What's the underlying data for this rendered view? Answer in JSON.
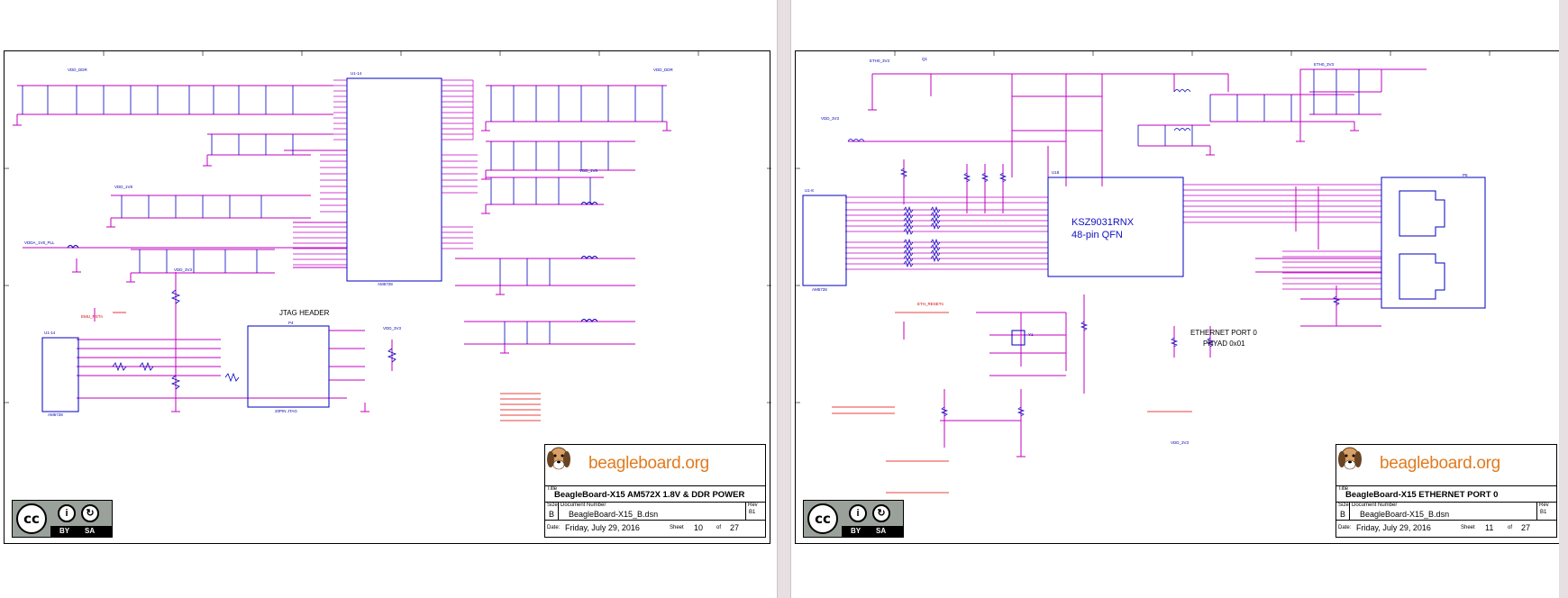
{
  "pages": [
    {
      "title_block": {
        "logo_text": "beagleboard.org",
        "title_label": "Title",
        "title": "BeagleBoard-X15 AM572X 1.8V & DDR POWER",
        "size_label": "Size",
        "size": "B",
        "docnum_label": "Document Number",
        "docnum": "BeagleBoard-X15_B.dsn",
        "rev_label": "Rev",
        "rev": "B1",
        "date_label": "Date:",
        "date": "Friday, July 29, 2016",
        "sheet_label": "Sheet",
        "sheet": "10",
        "of_label": "of",
        "total": "27"
      },
      "labels": {
        "jtag_header": "JTAG HEADER",
        "vdd_ddr": "VDD_DDR",
        "vdd_1v8": "VDD_1V8",
        "vdd_3v3": "VDD_3V3",
        "vdda_1v8_pll": "VDDA_1V8_PLL",
        "u1_name": "U1-14",
        "u1_part": "AM5728",
        "p4_name": "P4",
        "p4_part": "20PIN JTAG",
        "emu_rstn": "EMU_RSTn",
        "u1_jtag": "U1-14",
        "am5728": "AM5728"
      }
    },
    {
      "title_block": {
        "logo_text": "beagleboard.org",
        "title_label": "Title",
        "title": "BeagleBoard-X15 ETHERNET PORT 0",
        "size_label": "Size",
        "size": "B",
        "docnum_label": "Document Number",
        "docnum": "BeagleBoard-X15_B.dsn",
        "rev_label": "Rev",
        "rev": "B1",
        "date_label": "Date:",
        "date": "Friday, July 29, 2016",
        "sheet_label": "Sheet",
        "sheet": "11",
        "of_label": "of",
        "total": "27"
      },
      "labels": {
        "chip_name": "KSZ9031RNX",
        "chip_pkg": "48-pin QFN",
        "eth_port": "ETHERNET PORT 0",
        "phyad": "PHYAD 0x01",
        "eth0_3v3": "ETH0_3V3",
        "vdd_3v3": "VDD_3V3",
        "p5": "P5",
        "u18": "U18",
        "u1": "U1-8",
        "am5728": "AM5728",
        "q1": "Q1",
        "y1": "Y1",
        "eth_rstn": "ETH_RESETn"
      }
    }
  ],
  "cc_license": {
    "cc": "cc",
    "by": "BY",
    "sa": "SA"
  },
  "colors": {
    "wire": "#c000c0",
    "component": "#0000c0",
    "net_label": "#e00000",
    "logo_orange": "#e07b1f"
  }
}
